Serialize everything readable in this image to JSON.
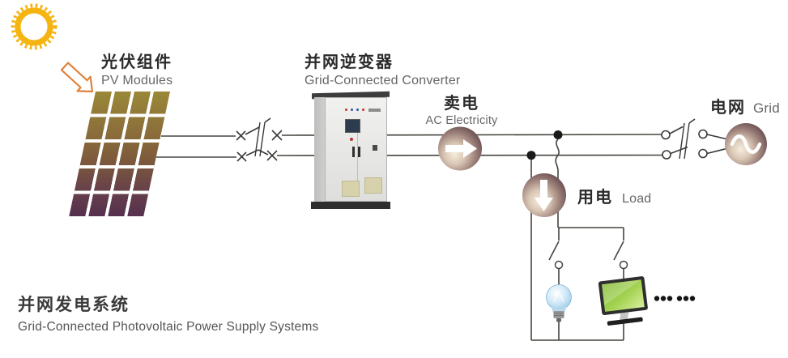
{
  "diagram": {
    "nodes": {
      "pv_modules": {
        "zh": "光伏组件",
        "en": "PV Modules"
      },
      "converter": {
        "zh": "并网逆变器",
        "en": "Grid-Connected Converter"
      },
      "sell_electricity": {
        "zh": "卖电",
        "en": "AC Electricity"
      },
      "grid": {
        "zh": "电网",
        "en": "Grid"
      },
      "load": {
        "zh": "用电",
        "en": "Load"
      }
    },
    "title": {
      "zh": "并网发电系统",
      "en": "Grid-Connected Photovoltaic Power Supply Systems"
    },
    "colors": {
      "sun_yellow": "#F5B411",
      "arrow_outline_orange": "#E0823C",
      "wire_dark": "#45443E",
      "flow_circle_rim": "#5E4449",
      "flow_circle_center": "#F2E9D6",
      "panel_gradient_top": "#9A8838",
      "panel_gradient_bottom": "#56304E",
      "monitor_screen_green": "#9BCB3C",
      "bulb_blue": "#A9D3EE"
    }
  }
}
